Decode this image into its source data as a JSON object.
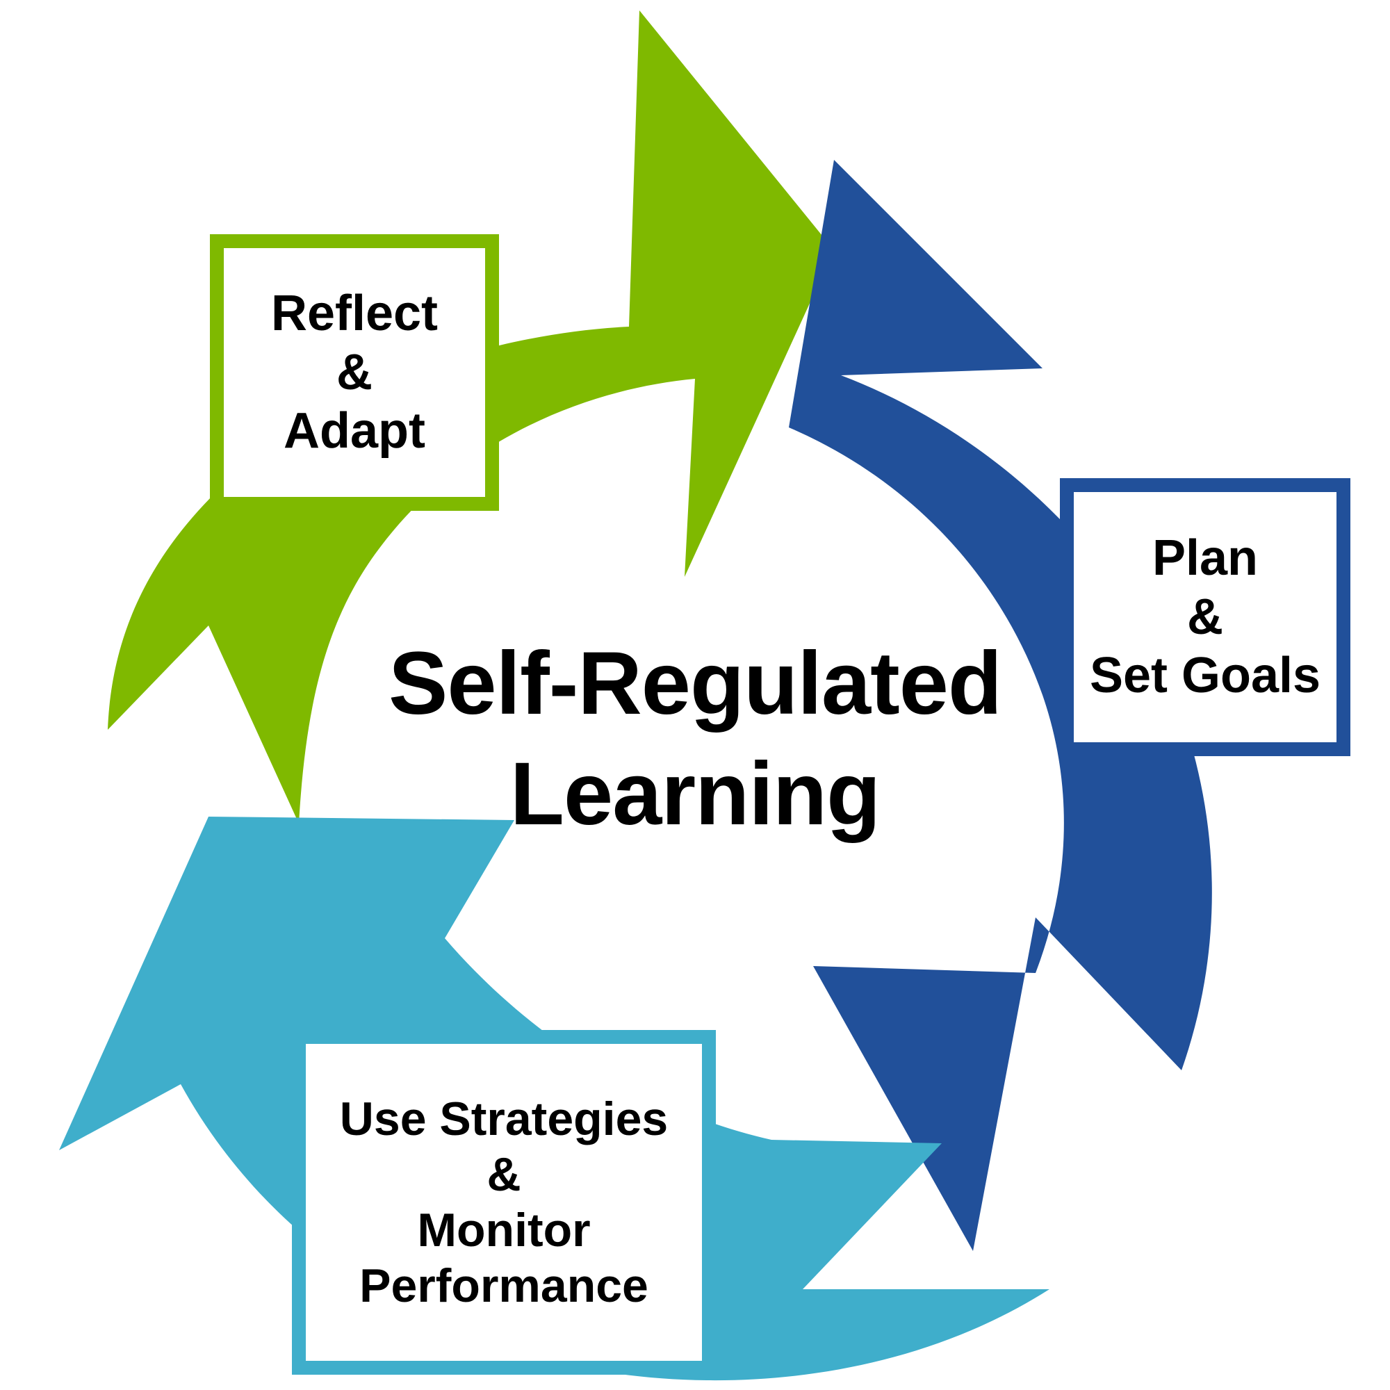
{
  "diagram": {
    "title_lines": [
      "Self-Regulated",
      "Learning"
    ],
    "title_text": "Self-Regulated Learning",
    "background_color": "#FFFFFF",
    "text_color": "#000000",
    "shape": "closed three-stage cycle of curved arrows"
  },
  "colors": {
    "green": "#7FB900",
    "blue": "#21509A",
    "cyan": "#3FAECB",
    "white": "#FFFFFF",
    "black": "#000000"
  },
  "stages": [
    {
      "id": "reflect",
      "lines": [
        "Reflect",
        "&",
        "Adapt"
      ],
      "full_label": "Reflect & Adapt",
      "color": "#7FB900",
      "position": "top-left",
      "arrow_direction": "counter-clockwise sweep from bottom-left up and over to top-right"
    },
    {
      "id": "plan",
      "lines": [
        "Plan",
        "&",
        "Set Goals"
      ],
      "full_label": "Plan & Set Goals",
      "color": "#21509A",
      "position": "right",
      "arrow_direction": "sweep from top-left down the right side to bottom"
    },
    {
      "id": "strategies",
      "lines": [
        "Use Strategies",
        "&",
        "Monitor",
        "Performance"
      ],
      "full_label": "Use Strategies & Monitor Performance",
      "color": "#3FAECB",
      "position": "bottom-left",
      "arrow_direction": "sweep from bottom-right along the bottom and up the left side"
    }
  ],
  "chart_data": {
    "type": "diagram",
    "subtype": "cyclical-process",
    "title": "Self-Regulated Learning",
    "stage_count": 3,
    "categories": [
      "Plan & Set Goals",
      "Use Strategies & Monitor Performance",
      "Reflect & Adapt"
    ],
    "series": [
      {
        "name": "stage-colors",
        "values": [
          "#21509A",
          "#3FAECB",
          "#7FB900"
        ]
      }
    ],
    "flow": [
      "Plan & Set Goals",
      "Use Strategies & Monitor Performance",
      "Reflect & Adapt",
      "Plan & Set Goals"
    ],
    "legend": "none",
    "grid": false
  }
}
